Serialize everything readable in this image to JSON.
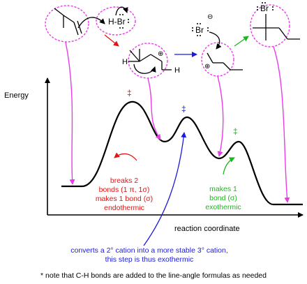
{
  "axes": {
    "y_label": "Energy",
    "x_label": "reaction coordinate"
  },
  "species": {
    "hbr": "H-Br",
    "br_anion": "Br",
    "product_br": "Br",
    "h_atom_1": "H",
    "h_atom_2": "H",
    "charge_minus": "⊖",
    "charge_plus": "⊕"
  },
  "markers": {
    "ts1": "‡",
    "ts2": "‡",
    "ts3": "‡"
  },
  "step1": {
    "line1": "breaks 2",
    "line2": "bonds (1 π, 1σ)",
    "line3": "makes 1 bond (σ)",
    "line4": "endothermic"
  },
  "step3": {
    "line1": "makes 1",
    "line2": "bond (σ)",
    "line3": "exothermic"
  },
  "step2": {
    "line1": "converts a 2° cation into a more stable 3° cation,",
    "line2": "this step is thus exothermic"
  },
  "footnote": "* note that C-H bonds are added to the line-angle formulas as needed",
  "colors": {
    "magenta": "#e83ce8",
    "red": "#e01515",
    "blue": "#1a1ae0",
    "green": "#1fb51f",
    "black": "#000000"
  }
}
